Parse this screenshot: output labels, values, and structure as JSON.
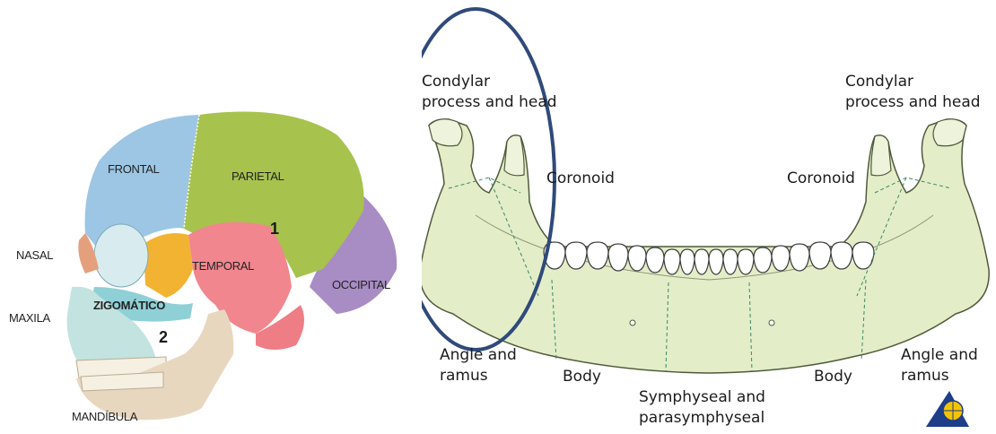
{
  "skull": {
    "labels": {
      "frontal": "FRONTAL",
      "parietal": "PARIETAL",
      "nasal": "NASAL",
      "temporal": "TEMPORAL",
      "occipital": "OCCIPITAL",
      "maxila": "MAXILA",
      "zigomatico": "ZIGOMÁTICO",
      "mandibula": "MANDÍBULA"
    },
    "markers": {
      "one": "1",
      "two": "2"
    },
    "colors": {
      "frontal": "#9cc6e4",
      "parietal": "#a8c24e",
      "temporal": "#f1868e",
      "occipital": "#a88cc4",
      "sphenoid": "#f2b332",
      "zygomatic": "#8fd0d6",
      "maxilla": "#c3e3e0",
      "mandible": "#e8d7bf"
    }
  },
  "mandible": {
    "labels": {
      "condylar_left_1": "Condylar",
      "condylar_left_2": "process and head",
      "condylar_right_1": "Condylar",
      "condylar_right_2": "process and head",
      "coronoid_left": "Coronoid",
      "coronoid_right": "Coronoid",
      "angle_left_1": "Angle and",
      "angle_left_2": "ramus",
      "angle_right_1": "Angle and",
      "angle_right_2": "ramus",
      "body_left": "Body",
      "body_right": "Body",
      "symphyseal_1": "Symphyseal and",
      "symphyseal_2": "parasymphyseal"
    },
    "colors": {
      "bone": "#e3edc8",
      "outline": "#4f5a3a",
      "highlight_ellipse": "#2f4a7a"
    }
  }
}
